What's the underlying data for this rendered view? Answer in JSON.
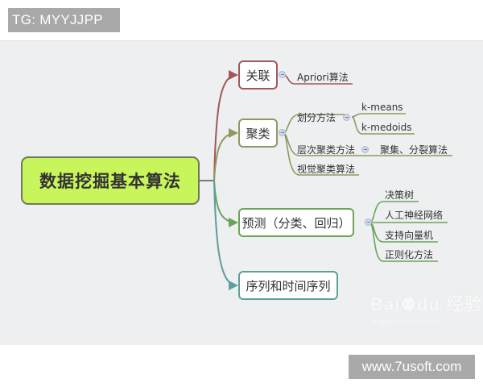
{
  "top_tag": "TG: MYYJJPP",
  "bottom_tag": "www.7usoft.com",
  "watermark": {
    "brand": "Bai⚉du 经验",
    "url": "jingyan.baidu.com"
  },
  "mindmap": {
    "root": "数据挖掘基本算法",
    "branches": [
      {
        "label": "关联",
        "color": "#a3565b",
        "children": [
          {
            "label": "Apriori算法"
          }
        ]
      },
      {
        "label": "聚类",
        "color": "#8f9960",
        "children": [
          {
            "label": "划分方法",
            "children": [
              {
                "label": "k-means"
              },
              {
                "label": "k-medoids"
              }
            ]
          },
          {
            "label": "层次聚类方法",
            "children": [
              {
                "label": "聚集、分裂算法"
              }
            ]
          },
          {
            "label": "视觉聚类算法"
          }
        ]
      },
      {
        "label": "预测（分类、回归）",
        "color": "#6aa45a",
        "children": [
          {
            "label": "决策树"
          },
          {
            "label": "人工神经网络"
          },
          {
            "label": "支持向量机"
          },
          {
            "label": "正则化方法"
          }
        ]
      },
      {
        "label": "序列和时间序列",
        "color": "#5d9f9b"
      }
    ]
  },
  "colors": {
    "root_fill": "#c9f55c",
    "canvas_bg": "#eeeff1"
  }
}
